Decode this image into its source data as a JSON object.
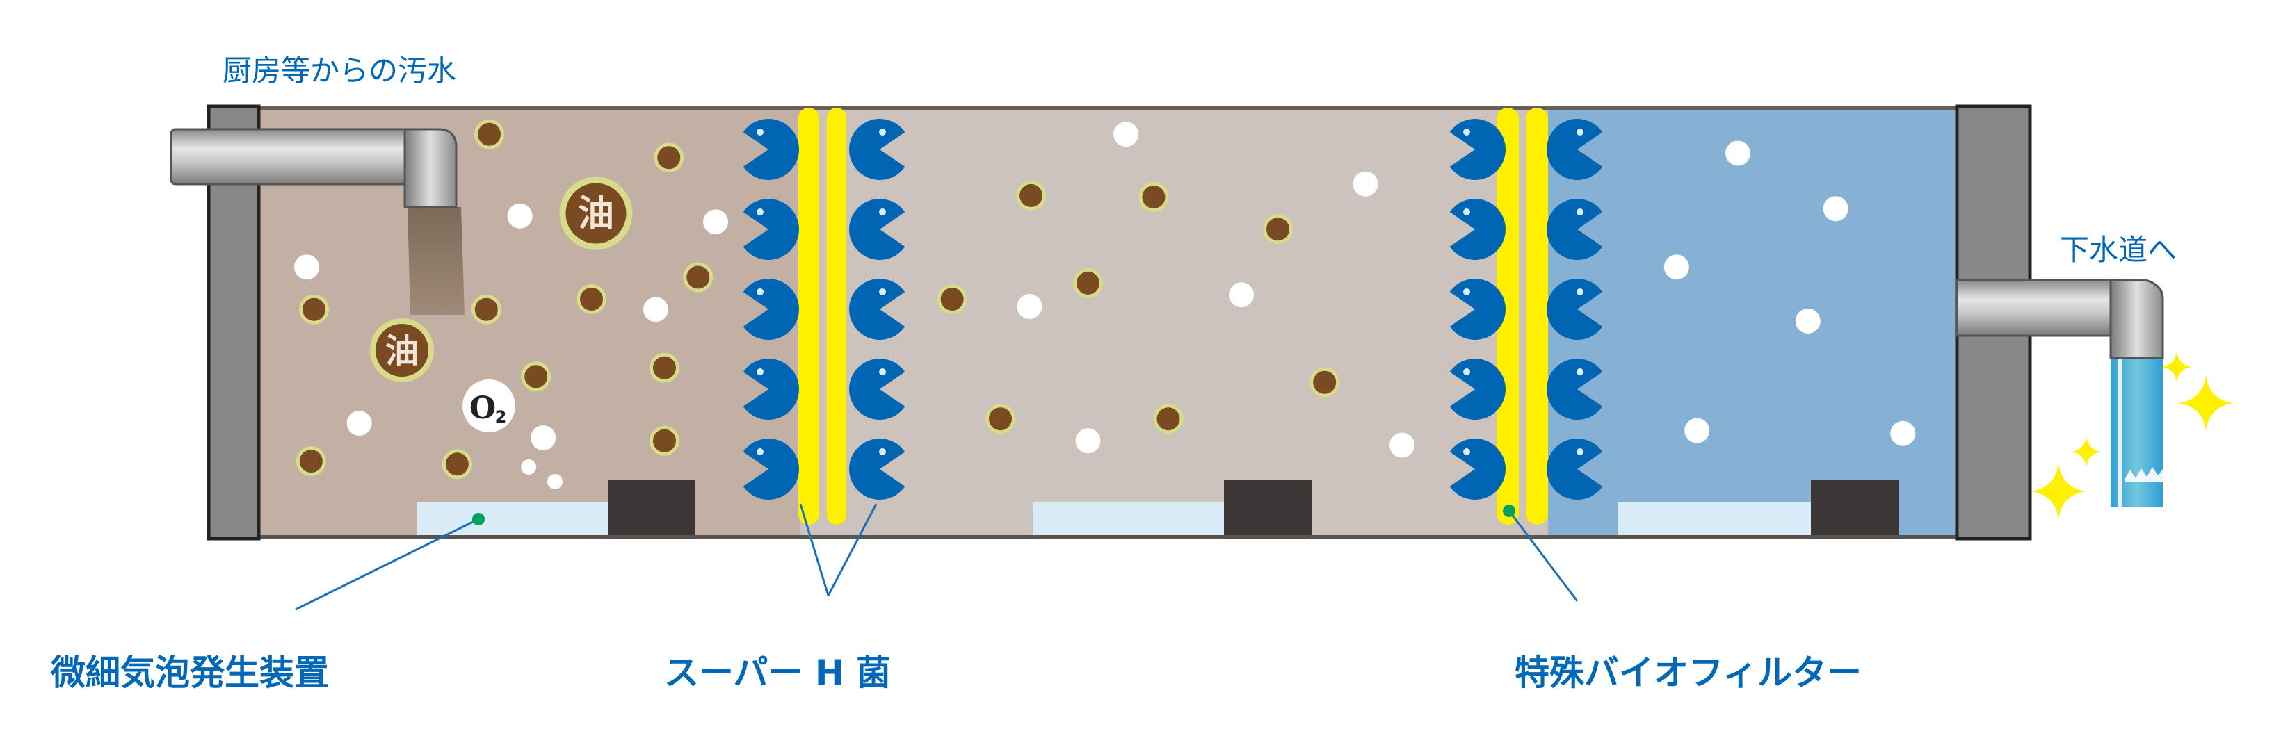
{
  "labels": {
    "inlet": "厨房等からの汚水",
    "outlet": "下水道へ",
    "bubble_device": "微細気泡発生装置",
    "super_h": "スーパー H 菌",
    "bio_filter": "特殊バイオフィルター"
  },
  "particles": {
    "oil": "油",
    "oxygen": "O",
    "oxygen_sub": "2"
  },
  "colors": {
    "text": "#0068b7",
    "zone1": "#c1b0a3",
    "zone2": "#cbc3bc",
    "zone3": "#87b0d5",
    "wall": "#888888",
    "bacteria": "#0066b3",
    "filter": "#fff000",
    "sludge": "#7a4a22",
    "sludge_ring": "#d6dc8a"
  }
}
